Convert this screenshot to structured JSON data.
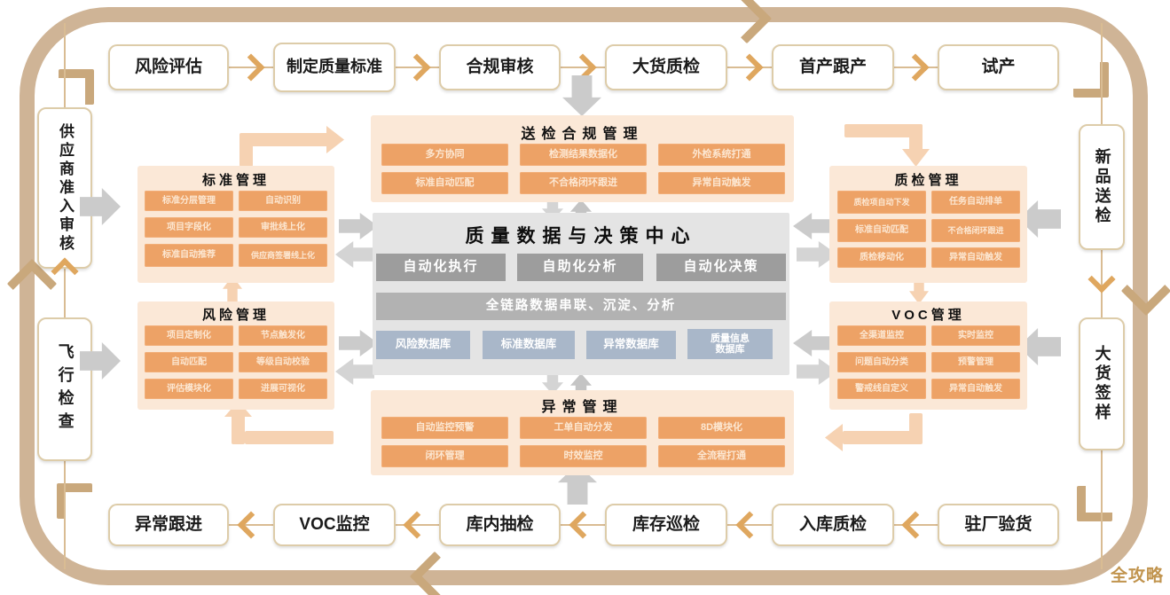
{
  "watermark": "全攻略",
  "top_flow": {
    "items": [
      "风险评估",
      "制定质量标准",
      "合规审核",
      "大货质检",
      "首产跟产",
      "试产"
    ]
  },
  "right_flow": {
    "items": [
      "新品送检",
      "大货签样"
    ]
  },
  "bottom_flow": {
    "items": [
      "异常跟进",
      "VOC监控",
      "库内抽检",
      "库存巡检",
      "入库质检",
      "驻厂验货"
    ]
  },
  "left_flow": {
    "items": [
      "供应商准入审核",
      "飞行检查"
    ]
  },
  "panels": {
    "inspection": {
      "title": "送检合规管理",
      "items": [
        "多方协同",
        "检测结果数据化",
        "外检系统打通",
        "标准自动匹配",
        "不合格闭环跟进",
        "异常自动触发"
      ]
    },
    "standard": {
      "title": "标准管理",
      "items": [
        "标准分层管理",
        "自动识别",
        "项目字段化",
        "审批线上化",
        "标准自动推荐",
        "供应商签署线上化"
      ]
    },
    "risk": {
      "title": "风险管理",
      "items": [
        "项目定制化",
        "节点触发化",
        "自动匹配",
        "等级自动校验",
        "评估模块化",
        "进展可视化"
      ]
    },
    "qc": {
      "title": "质检管理",
      "items": [
        "质检项自动下发",
        "任务自动排单",
        "标准自动匹配",
        "不合格闭环跟进",
        "质检移动化",
        "异常自动触发"
      ]
    },
    "voc": {
      "title": "VOC管理",
      "items": [
        "全渠道监控",
        "实时监控",
        "问题自动分类",
        "预警管理",
        "警戒线自定义",
        "异常自动触发"
      ]
    },
    "exception": {
      "title": "异常管理",
      "items": [
        "自动监控预警",
        "工单自动分发",
        "8D模块化",
        "闭环管理",
        "时效监控",
        "全流程打通"
      ]
    },
    "center": {
      "title": "质量数据与决策中心",
      "capabilities": [
        "自动化执行",
        "自助化分析",
        "自动化决策"
      ],
      "data_layer": "全链路数据串联、沉淀、分析",
      "databases": [
        "风险数据库",
        "标准数据库",
        "异常数据库",
        "质量信息数据库"
      ]
    }
  },
  "colors": {
    "ring": "#cfb496",
    "flow_chevron": "#dfa75f",
    "panel_bg": "#fbe8d7",
    "feature_box": "#eda266",
    "center_bg": "#e4e4e4",
    "capability_box": "#9d9d9d",
    "data_layer_box": "#b2b2b2",
    "database_box": "#a9b7c9",
    "gray_arrow": "#cbcbcb",
    "peach_arrow": "#f6d2b2",
    "watermark": "#c1944e"
  }
}
